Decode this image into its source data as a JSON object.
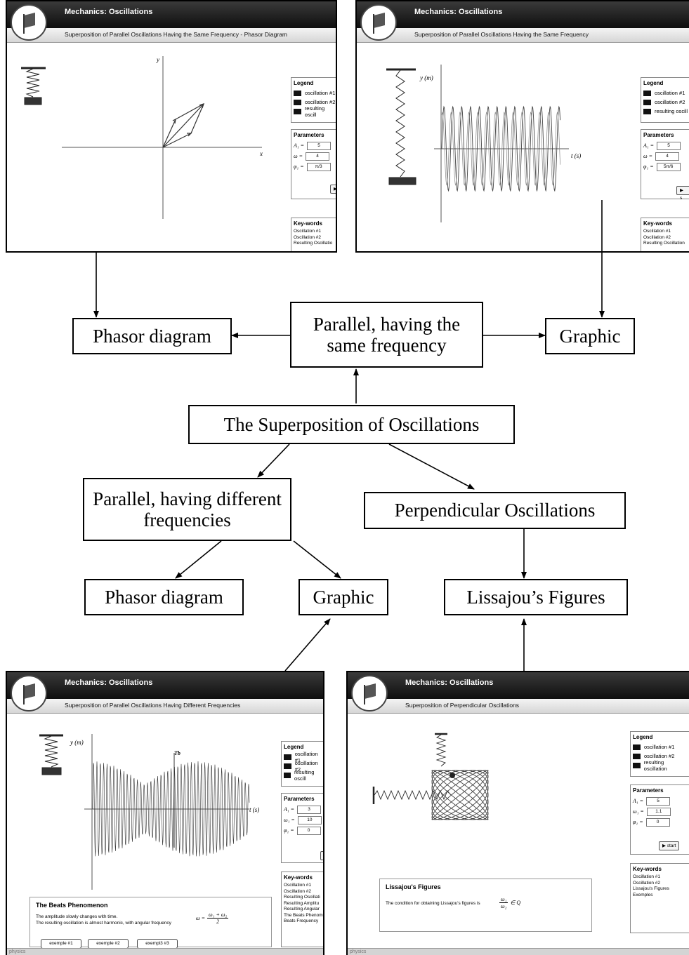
{
  "diagram": {
    "root": "The Superposition of Oscillations",
    "branch_same": "Parallel, having the same frequency",
    "branch_different": "Parallel, having different frequencies",
    "branch_perpendicular": "Perpendicular Oscillations",
    "phasor_top": "Phasor diagram",
    "graphic_top": "Graphic",
    "phasor_bottom": "Phasor diagram",
    "graphic_bottom": "Graphic",
    "lissajous": "Lissajou’s Figures"
  },
  "common": {
    "app_title": "Mechanics: Oscillations",
    "legend_title": "Legend",
    "legend_items": [
      "oscillation #1",
      "oscillation #2",
      "resulting oscill"
    ],
    "legend_items_full": [
      "oscillation #1",
      "oscillation #2",
      "resulting oscillation"
    ],
    "params_title": "Parameters",
    "keywords_title": "Key-words",
    "footer_partial": "physics"
  },
  "shot_tl": {
    "subtitle": "Superposition of Parallel Oscillations Having the Same Frequency - Phasor Diagram",
    "axis_x": "x",
    "axis_y": "y",
    "param_values": [
      "5",
      "4",
      "π/3"
    ],
    "param_labels": [
      "A₁ =",
      "ω =",
      "φ₁ ="
    ],
    "keywords": [
      "Oscillation #1",
      "Oscillation #2",
      "Resulting Oscillatio"
    ]
  },
  "shot_tr": {
    "subtitle": "Superposition of Parallel Oscillations Having the Same Frequency",
    "axis_y": "y (m)",
    "axis_x": "t (s)",
    "param_values": [
      "5",
      "4",
      "5π/6"
    ],
    "param_labels": [
      "A₁ =",
      "ω =",
      "φ₁ ="
    ],
    "start_label": "▶ s",
    "keywords": [
      "Oscillation #1",
      "Oscillation #2",
      "Resulting Oscillation"
    ]
  },
  "shot_bl": {
    "subtitle": "Superposition of Parallel Oscillations Having Different Frequencies",
    "axis_y": "y (m)",
    "axis_x": "t (s)",
    "tb_label": "Tb",
    "param_values": [
      "3",
      "10",
      "0"
    ],
    "param_labels": [
      "A₁ =",
      "ω₁ =",
      "φ₁ ="
    ],
    "info_title": "The Beats Phenomenon",
    "info_line1": "The amplitude slowly changes with time.",
    "info_line2": "The resulting oscillation is almost harmonic, with angular frequency",
    "formula_lhs": "ω =",
    "formula_num": "ω₁ + ω₂",
    "formula_den": "2",
    "examples": [
      "exemple #1",
      "exemple #2",
      "exempl3 #3"
    ],
    "keywords": [
      "Oscillation #1",
      "Oscillation #2",
      "Resulting Oscillati",
      "Resulting Amplitu",
      "Resulting Angular",
      "The Beats Phenom",
      "Beats Frequency"
    ]
  },
  "shot_br": {
    "subtitle": "Superposition of Perpendicular Oscillations",
    "param_values": [
      "5",
      "1.1",
      "0"
    ],
    "param_labels": [
      "A₁ =",
      "ω₁ =",
      "φ₁ ="
    ],
    "start_label": "▶ start",
    "info_title": "Lissajou's Figures",
    "info_line1": "The condition for obtaining Lissajou's figures is",
    "formula_num": "ω₁",
    "formula_den": "ω₂",
    "formula_rhs": "∈ Q",
    "keywords": [
      "Oscillation #1",
      "Oscillation #2",
      "Lissajou's Figures",
      "Exemples"
    ]
  }
}
